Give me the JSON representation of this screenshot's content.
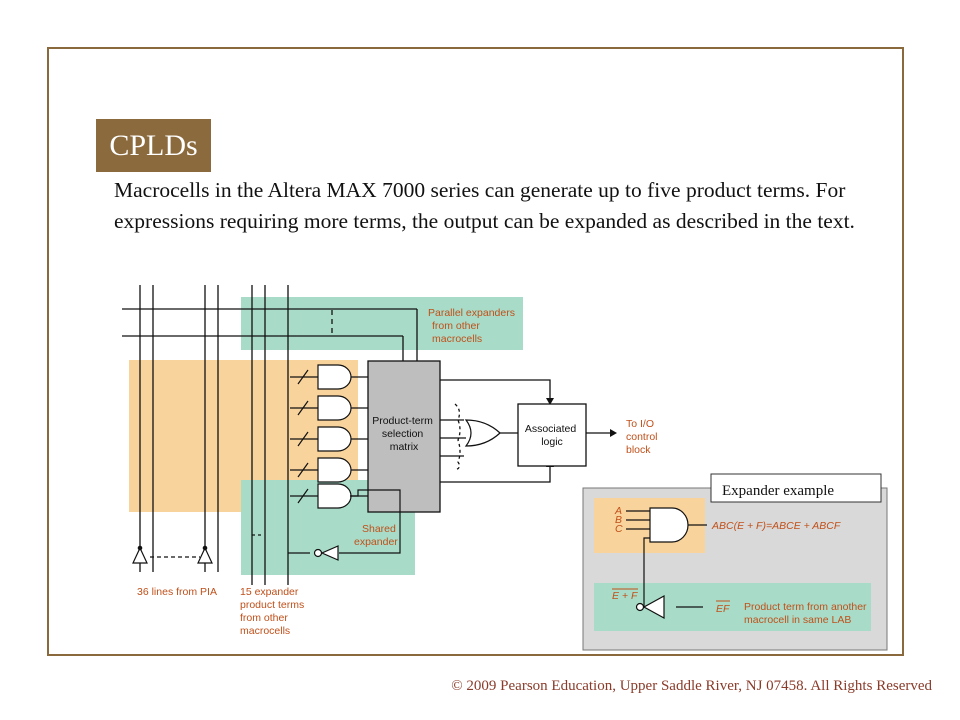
{
  "slide": {
    "title": "CPLDs",
    "body": "Macrocells in the Altera MAX 7000 series can generate up to five product terms. For expressions requiring more terms, the output can be expanded as described in the text.",
    "footer": "© 2009 Pearson Education, Upper Saddle River, NJ 07458. All Rights Reserved"
  },
  "diagram": {
    "parallel_expanders": [
      "Parallel expanders",
      "from other",
      "macrocells"
    ],
    "product_term_matrix": [
      "Product-term",
      "selection",
      "matrix"
    ],
    "associated_logic": [
      "Associated",
      "logic"
    ],
    "to_io": [
      "To I/O",
      "control",
      "block"
    ],
    "shared_expander": [
      "Shared",
      "expander"
    ],
    "pia_lines": "36 lines from PIA",
    "expander_terms": [
      "15 expander",
      "product terms",
      "from other",
      "macrocells"
    ]
  },
  "inset": {
    "label": "Expander example",
    "inputs": [
      "A",
      "B",
      "C"
    ],
    "and_output": "ABC(E + F)=ABCE + ABCF",
    "ef_label": "E + F",
    "ef_bar": "EF",
    "product_term_note": [
      "Product term from another",
      "macrocell in same LAB"
    ]
  },
  "colors": {
    "frame": "#8a6a3c",
    "title_bg": "#8b6a3d",
    "peach": "#f9d39c",
    "mint": "#a8dcc8",
    "matrix_fill": "#bebebe",
    "inset_fill": "#d9d9d9",
    "label_orange": "#c0501a",
    "footer": "#8a3b2a"
  }
}
